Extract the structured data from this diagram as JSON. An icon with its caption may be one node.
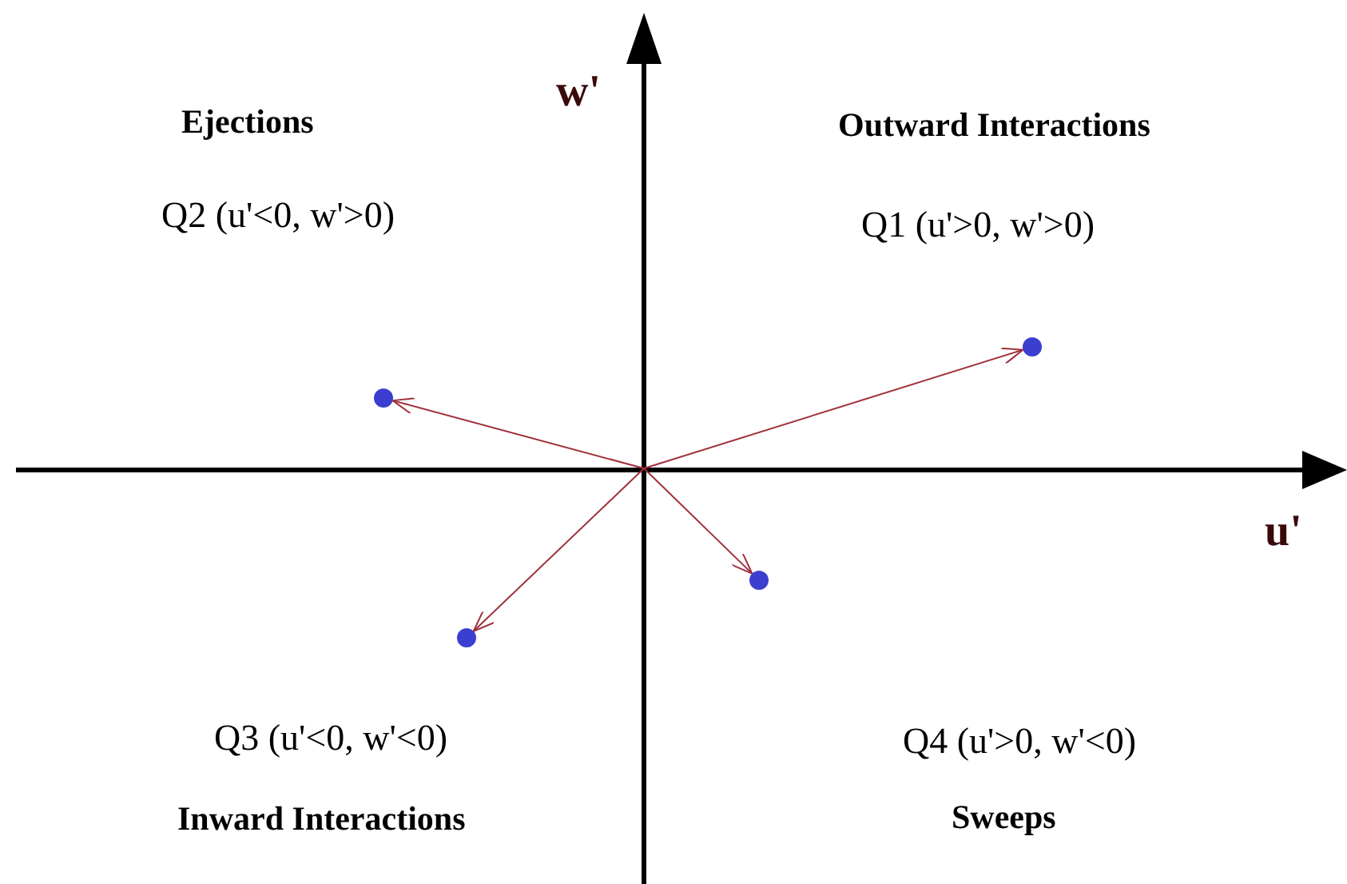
{
  "diagram": {
    "nodes": [
      {
        "text": [],
        "shape": "circle"
      },
      {
        "text": [],
        "shape": "circle"
      },
      {
        "text": [],
        "shape": "circle"
      },
      {
        "text": [],
        "shape": "circle"
      }
    ],
    "edges": [
      {
        "from": null,
        "to": 0,
        "arrow": "to"
      },
      {
        "from": null,
        "to": 1,
        "arrow": "to"
      },
      {
        "from": null,
        "to": 2,
        "arrow": "to"
      },
      {
        "from": null,
        "to": 3,
        "arrow": "to"
      }
    ],
    "labels": [
      "Ejections",
      "w'",
      "Outward Interactions",
      "Q2 (u'<0, w'>0)",
      "Q1 (u'>0, w'>0)",
      "u'",
      "Q3 (u'<0, w'<0)",
      "Q4 (u'>0, w'<0)",
      "Inward Interactions",
      "Sweeps"
    ]
  }
}
